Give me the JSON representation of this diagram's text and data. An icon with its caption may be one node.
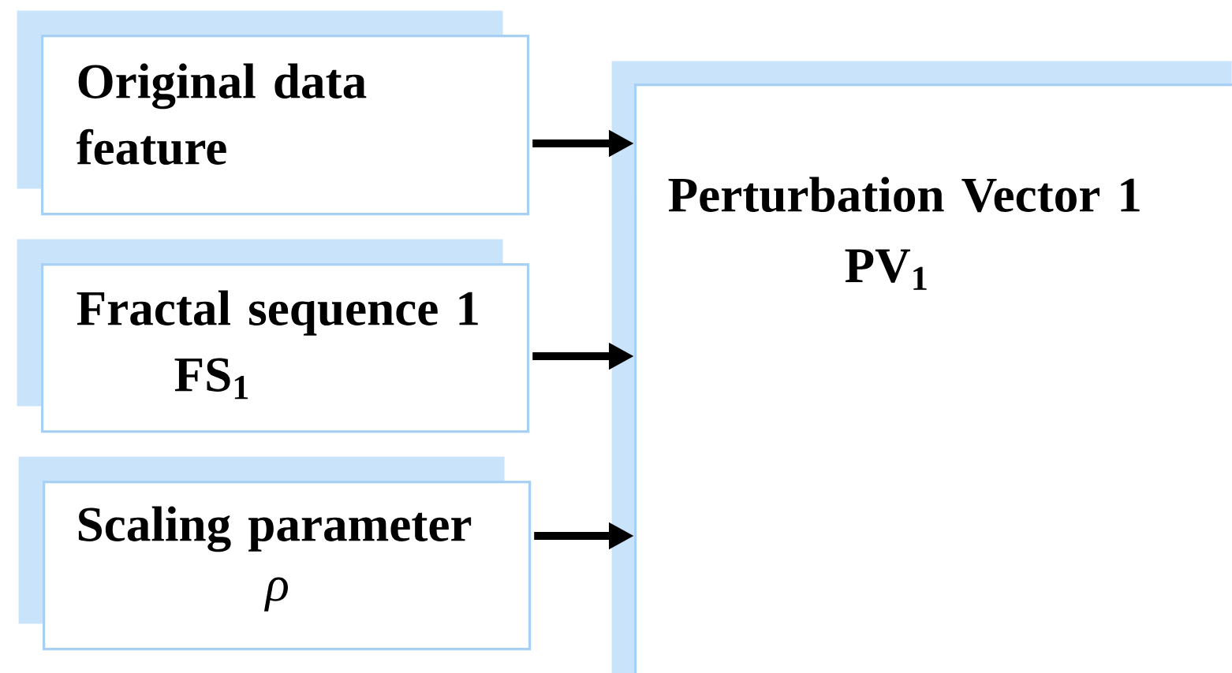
{
  "diagram": {
    "nodes": [
      {
        "text": [
          "Original data feature"
        ]
      },
      {
        "text": [
          "Fractal sequence 1",
          "FS$_{1}$"
        ]
      },
      {
        "text": [
          "Scaling parameter",
          "ρ"
        ]
      },
      {
        "text": [
          "Perturbation Vector 1",
          "PV$_{1}$"
        ]
      }
    ],
    "edges": [
      {
        "from": 0,
        "to": 3,
        "arrow": "to"
      },
      {
        "from": 1,
        "to": 3,
        "arrow": "to"
      },
      {
        "from": 2,
        "to": 3,
        "arrow": "to"
      }
    ]
  }
}
